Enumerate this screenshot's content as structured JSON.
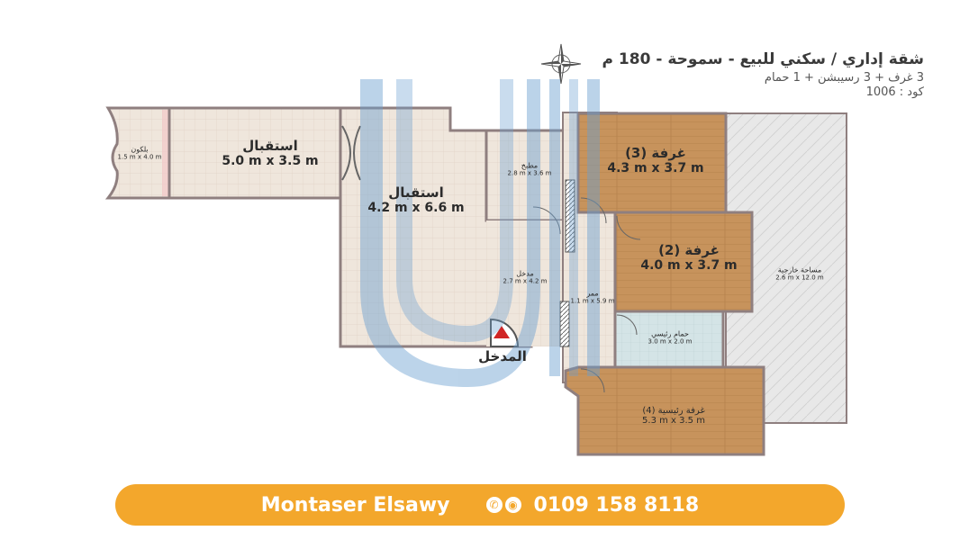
{
  "header": {
    "title": "شقة إداري / سكني للبيع - سموحة - 180 م",
    "subtitle": "3 غرف + 3 رسيبشن + 1 حمام",
    "code": "كود : 1006"
  },
  "rooms": {
    "balcony": {
      "name": "بلكون",
      "dims": "1.5 m x 4.0 m"
    },
    "reception1": {
      "name": "استقبال",
      "dims": "5.0 m x 3.5 m"
    },
    "reception2": {
      "name": "استقبال",
      "dims": "4.2 m x 6.6 m"
    },
    "kitchen": {
      "name": "مطبخ",
      "dims": "2.8 m x 3.6 m"
    },
    "room3": {
      "name": "غرفة (3)",
      "dims": "4.3 m x 3.7 m"
    },
    "room2": {
      "name": "غرفة (2)",
      "dims": "4.0 m x 3.7 m"
    },
    "hall": {
      "name": "مدخل",
      "dims": "2.7 m x 4.2 m"
    },
    "corridor": {
      "name": "ممر",
      "dims": "1.1 m x 5.9 m"
    },
    "bath": {
      "name": "حمام رئيسي",
      "dims": "3.0 m x 2.0 m"
    },
    "master": {
      "name": "غرفة رئيسية (4)",
      "dims": "5.3 m x 3.5 m"
    },
    "outdoor": {
      "name": "مساحة خارجية",
      "dims": "2.6 m x 12.0 m"
    }
  },
  "entrance_label": "المدخل",
  "contact": {
    "name": "Montaser Elsawy",
    "phone": "0109 158 8118",
    "icons": [
      "phone-icon",
      "whatsapp-icon"
    ]
  },
  "colors": {
    "tile": "#efe6dc",
    "wood": "#c7935c",
    "outdoor": "#e4e4e4",
    "bath": "#d4e4e6",
    "wall": "#8f7f7f",
    "watermark": "#6a9fd0",
    "footer": "#f3a72c"
  }
}
